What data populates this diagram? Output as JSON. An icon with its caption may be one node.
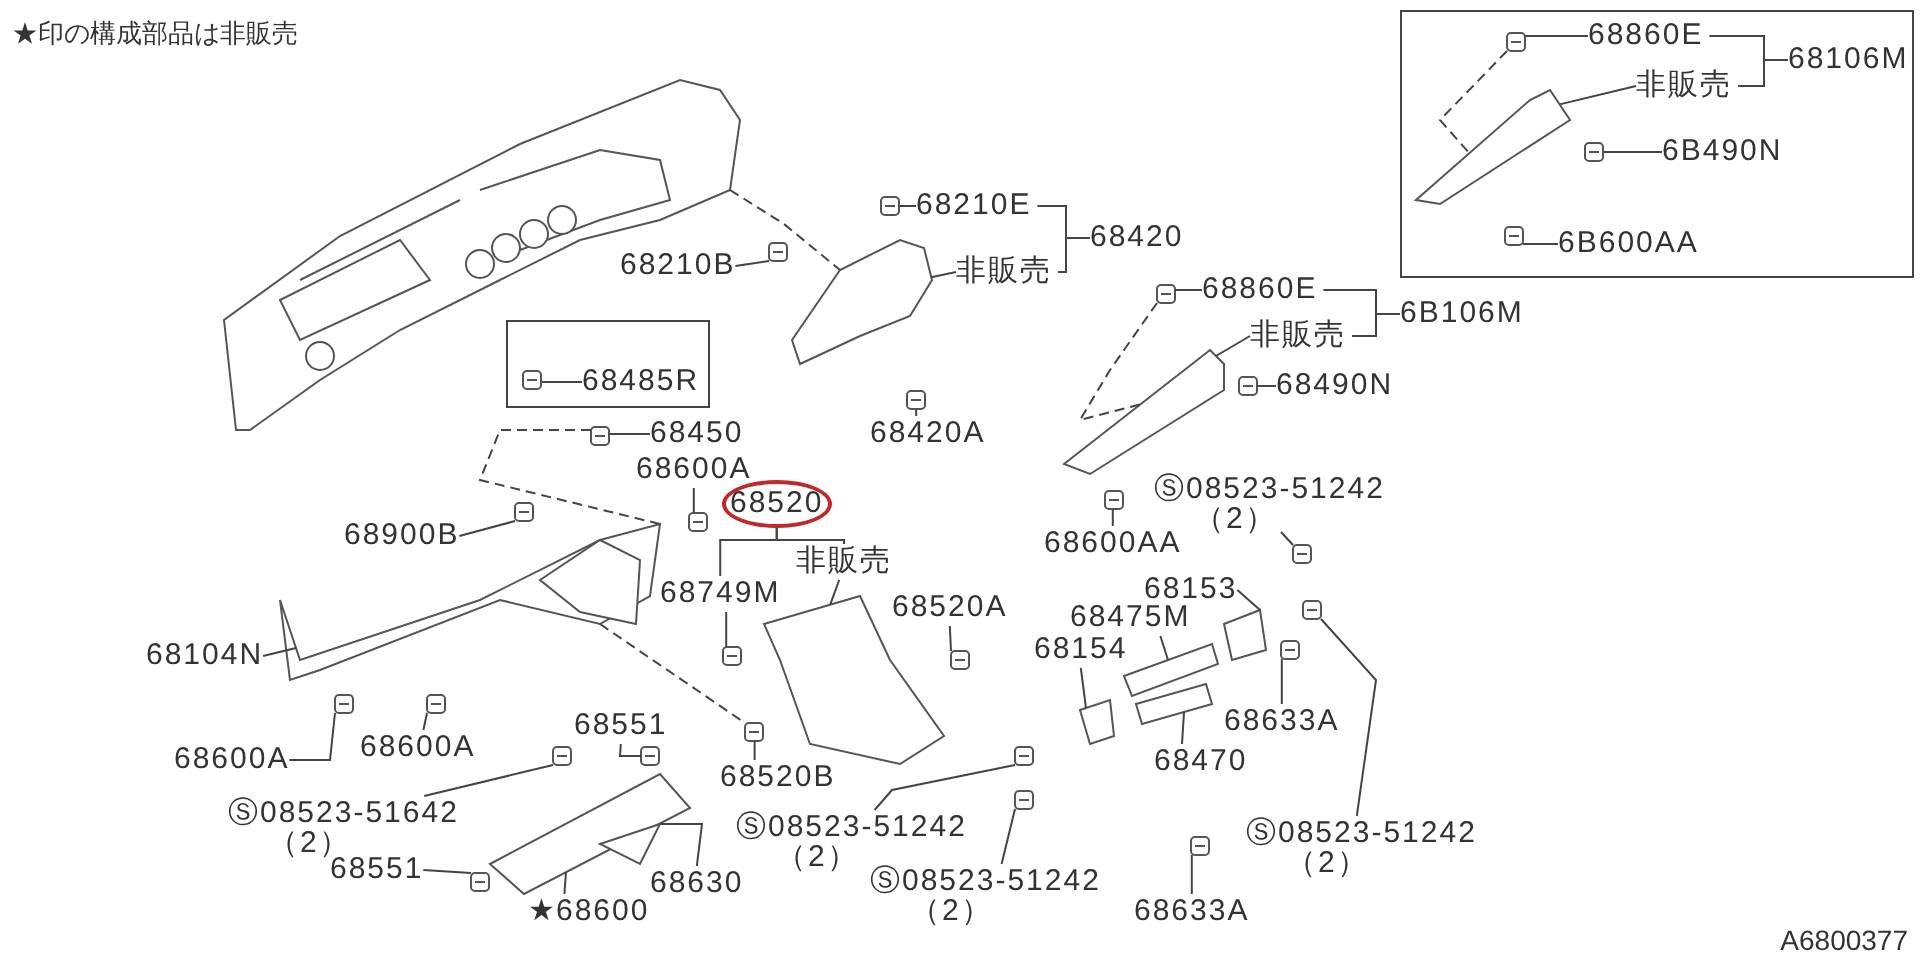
{
  "diagram": {
    "nodes": [
      {
        "text": [],
        "shape": "box"
      },
      {
        "text": [
          "68860E"
        ],
        "in": 0
      },
      {
        "text": [
          "非販売"
        ],
        "in": 0
      },
      {
        "text": [
          "68106M"
        ],
        "in": 0
      },
      {
        "text": [
          "6B490N"
        ],
        "in": 0
      },
      {
        "text": [
          "6B600AA"
        ],
        "in": 0
      },
      {
        "text": [
          "68210E"
        ]
      },
      {
        "text": [
          "68210B"
        ]
      },
      {
        "text": [
          "非販売"
        ]
      },
      {
        "text": [
          "68420"
        ]
      },
      {
        "text": [
          "68420A"
        ]
      },
      {
        "text": [],
        "shape": "box"
      },
      {
        "text": [
          "68485R"
        ],
        "in": 11
      },
      {
        "text": [
          "68450"
        ]
      },
      {
        "text": [
          "68600A"
        ]
      },
      {
        "text": [
          "68520"
        ]
      },
      {
        "text": [
          "68749M"
        ]
      },
      {
        "text": [
          "非販売"
        ]
      },
      {
        "text": [
          "68860E"
        ]
      },
      {
        "text": [
          "非販売"
        ]
      },
      {
        "text": [
          "6B106M"
        ]
      },
      {
        "text": [
          "68490N"
        ]
      },
      {
        "text": [
          "68600AA"
        ]
      },
      {
        "text": [
          "68900B"
        ]
      },
      {
        "text": [
          "68104N"
        ]
      },
      {
        "text": [
          "68520A"
        ]
      },
      {
        "text": [
          "Ⓢ08523-51242",
          "（2）"
        ]
      },
      {
        "text": [
          "68153"
        ]
      },
      {
        "text": [
          "68475M"
        ]
      },
      {
        "text": [
          "68154"
        ]
      },
      {
        "text": [
          "68633A"
        ]
      },
      {
        "text": [
          "68470"
        ]
      },
      {
        "text": [
          "68600A"
        ]
      },
      {
        "text": [
          "68600A"
        ]
      },
      {
        "text": [
          "68551"
        ]
      },
      {
        "text": [
          "Ⓢ08523-51642",
          "（2）"
        ]
      },
      {
        "text": [
          "68520B"
        ]
      },
      {
        "text": [
          "Ⓢ08523-51242",
          "（2）"
        ]
      },
      {
        "text": [
          "68551"
        ]
      },
      {
        "text": [
          "68630"
        ]
      },
      {
        "text": [
          "★68600"
        ]
      },
      {
        "text": [
          "Ⓢ08523-51242",
          "（2）"
        ]
      },
      {
        "text": [
          "68633A"
        ]
      },
      {
        "text": [
          "Ⓢ08523-51242",
          "（2）"
        ]
      },
      {
        "text": [],
        "shape": "picture"
      },
      {
        "text": [],
        "shape": "picture"
      },
      {
        "text": [],
        "shape": "picture"
      },
      {
        "text": [],
        "shape": "picture"
      },
      {
        "text": [],
        "shape": "picture"
      },
      {
        "text": [],
        "shape": "picture"
      },
      {
        "text": [],
        "shape": "picture"
      },
      {
        "text": [],
        "shape": "picture",
        "in": 0
      },
      {
        "text": [],
        "shape": "picture"
      },
      {
        "text": [],
        "shape": "picture"
      },
      {
        "text": [],
        "shape": "picture"
      },
      {
        "text": [],
        "shape": "picture"
      },
      {
        "text": [],
        "shape": "picture",
        "in": 0
      },
      {
        "text": [],
        "shape": "picture",
        "in": 0
      },
      {
        "text": [],
        "shape": "picture",
        "in": 0
      },
      {
        "text": [],
        "shape": "picture"
      },
      {
        "text": [],
        "shape": "picture"
      },
      {
        "text": [],
        "shape": "picture"
      },
      {
        "text": [],
        "shape": "picture",
        "in": 11
      },
      {
        "text": [],
        "shape": "picture"
      },
      {
        "text": [],
        "shape": "picture"
      },
      {
        "text": [],
        "shape": "picture"
      },
      {
        "text": [],
        "shape": "picture"
      },
      {
        "text": [],
        "shape": "picture"
      },
      {
        "text": [],
        "shape": "picture"
      },
      {
        "text": [],
        "shape": "picture"
      },
      {
        "text": [],
        "shape": "picture"
      },
      {
        "text": [],
        "shape": "picture"
      },
      {
        "text": [],
        "shape": "picture"
      },
      {
        "text": [],
        "shape": "picture"
      },
      {
        "text": [],
        "shape": "picture"
      },
      {
        "text": [],
        "shape": "picture"
      },
      {
        "text": [],
        "shape": "picture"
      },
      {
        "text": [],
        "shape": "picture"
      },
      {
        "text": [],
        "shape": "picture"
      },
      {
        "text": [],
        "shape": "picture"
      },
      {
        "text": [],
        "shape": "picture"
      },
      {
        "text": [],
        "shape": "picture"
      },
      {
        "text": [],
        "shape": "picture"
      }
    ],
    "edges": [
      {
        "from": 1,
        "to": 56,
        "arrow": "none"
      },
      {
        "from": 2,
        "to": 51,
        "arrow": "none"
      },
      {
        "from": 4,
        "to": 57,
        "arrow": "none"
      },
      {
        "from": 5,
        "to": 58,
        "arrow": "none"
      },
      {
        "from": 6,
        "to": 59,
        "arrow": "none"
      },
      {
        "from": 7,
        "to": 60,
        "arrow": "none"
      },
      {
        "from": 8,
        "to": 45,
        "arrow": "none"
      },
      {
        "from": 10,
        "to": 61,
        "arrow": "none"
      },
      {
        "from": 12,
        "to": 62,
        "arrow": "none"
      },
      {
        "from": 13,
        "to": 63,
        "arrow": "none"
      },
      {
        "from": 14,
        "to": 64,
        "arrow": "none"
      },
      {
        "from": 16,
        "to": 65,
        "arrow": "none"
      },
      {
        "from": 17,
        "to": 49,
        "arrow": "none"
      },
      {
        "from": 18,
        "to": 66,
        "arrow": "none"
      },
      {
        "from": 19,
        "to": 50,
        "arrow": "none"
      },
      {
        "from": 21,
        "to": 67,
        "arrow": "none"
      },
      {
        "from": 22,
        "to": 68,
        "arrow": "none"
      },
      {
        "from": 23,
        "to": 69,
        "arrow": "none"
      },
      {
        "from": 24,
        "to": 46,
        "arrow": "none"
      },
      {
        "from": 25,
        "to": 70,
        "arrow": "none"
      },
      {
        "from": 26,
        "to": 71,
        "arrow": "none"
      },
      {
        "from": 27,
        "to": 55,
        "arrow": "none"
      },
      {
        "from": 28,
        "to": 52,
        "arrow": "none"
      },
      {
        "from": 29,
        "to": 54,
        "arrow": "none"
      },
      {
        "from": 30,
        "to": 72,
        "arrow": "none"
      },
      {
        "from": 31,
        "to": 53,
        "arrow": "none"
      },
      {
        "from": 32,
        "to": 73,
        "arrow": "none"
      },
      {
        "from": 33,
        "to": 74,
        "arrow": "none"
      },
      {
        "from": 34,
        "to": 75,
        "arrow": "none"
      },
      {
        "from": 35,
        "to": 76,
        "arrow": "none"
      },
      {
        "from": 36,
        "to": 77,
        "arrow": "none"
      },
      {
        "from": 37,
        "to": 78,
        "arrow": "none"
      },
      {
        "from": 38,
        "to": 79,
        "arrow": "none"
      },
      {
        "from": 39,
        "to": 48,
        "arrow": "none"
      },
      {
        "from": 40,
        "to": 47,
        "arrow": "none"
      },
      {
        "from": 41,
        "to": 80,
        "arrow": "none"
      },
      {
        "from": 42,
        "to": 81,
        "arrow": "none"
      },
      {
        "from": 43,
        "to": 82,
        "arrow": "none"
      },
      {
        "from": 1,
        "to": 3,
        "arrow": "none"
      },
      {
        "from": 2,
        "to": 3,
        "arrow": "none"
      },
      {
        "from": 6,
        "to": 9,
        "arrow": "none"
      },
      {
        "from": 8,
        "to": 9,
        "arrow": "none"
      },
      {
        "from": 18,
        "to": 20,
        "arrow": "none"
      },
      {
        "from": 19,
        "to": 20,
        "arrow": "none"
      },
      {
        "from": 15,
        "to": 16,
        "arrow": "none"
      },
      {
        "from": 15,
        "to": 17,
        "arrow": "none"
      },
      {
        "from": 44,
        "to": 45,
        "arrow": "none",
        "style": "dashed"
      },
      {
        "from": 46,
        "to": 77,
        "arrow": "none",
        "style": "dashed"
      },
      {
        "from": 63,
        "to": 46,
        "arrow": "none",
        "style": "dashed"
      },
      {
        "from": 66,
        "to": 50,
        "arrow": "none",
        "style": "dashed"
      },
      {
        "from": 56,
        "to": 51,
        "arrow": "none",
        "style": "dashed"
      }
    ],
    "labels": [
      "★印の構成部品は非販売",
      "A6800377"
    ]
  }
}
